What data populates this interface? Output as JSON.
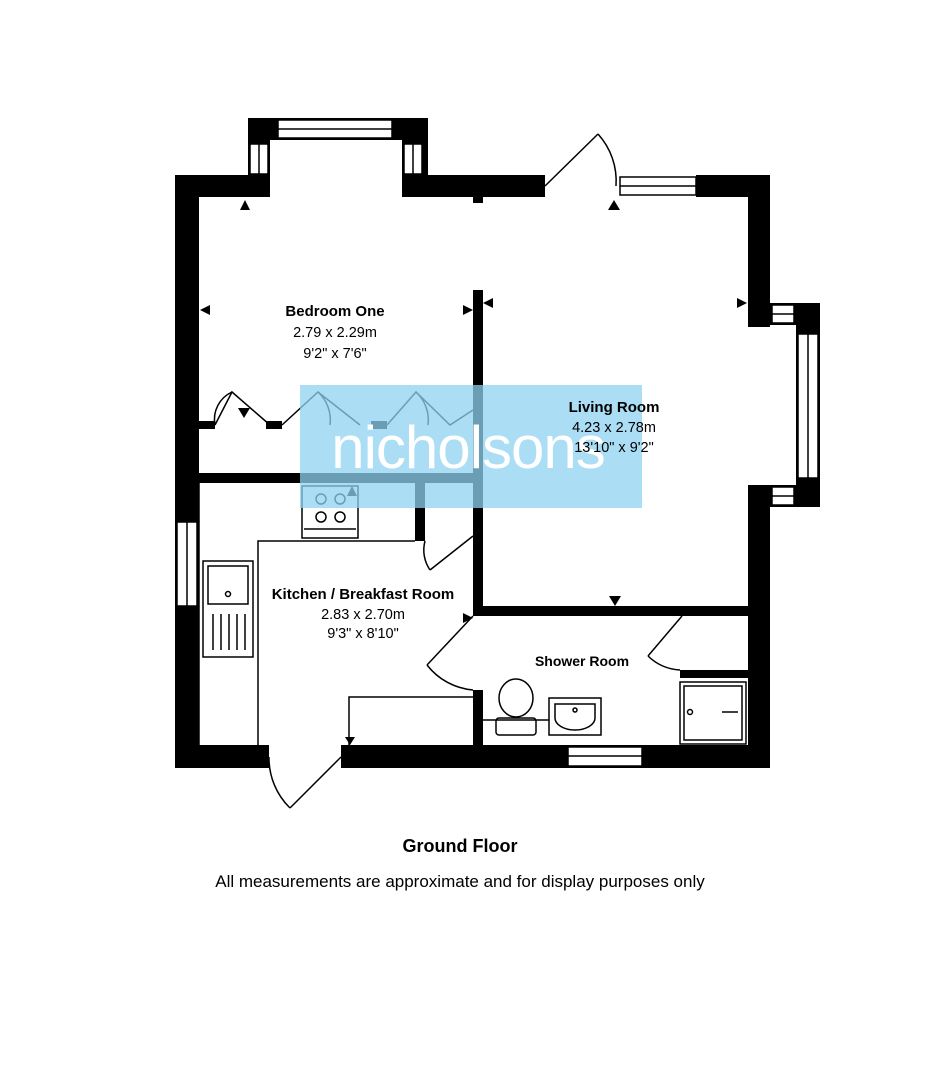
{
  "plan": {
    "floor_label": "Ground Floor",
    "disclaimer": "All measurements are approximate and for display purposes only",
    "watermark": "nicholsons",
    "watermark_color": "#8fd3f0",
    "rooms": {
      "bedroom": {
        "name": "Bedroom One",
        "metric": "2.79 x 2.29m",
        "imperial": "9'2\" x 7'6\""
      },
      "living": {
        "name": "Living Room",
        "metric": "4.23 x 2.78m",
        "imperial": "13'10\" x 9'2\""
      },
      "kitchen": {
        "name": "Kitchen / Breakfast Room",
        "metric": "2.83 x 2.70m",
        "imperial": "9'3\" x 8'10\""
      },
      "shower": {
        "name": "Shower Room"
      }
    }
  }
}
